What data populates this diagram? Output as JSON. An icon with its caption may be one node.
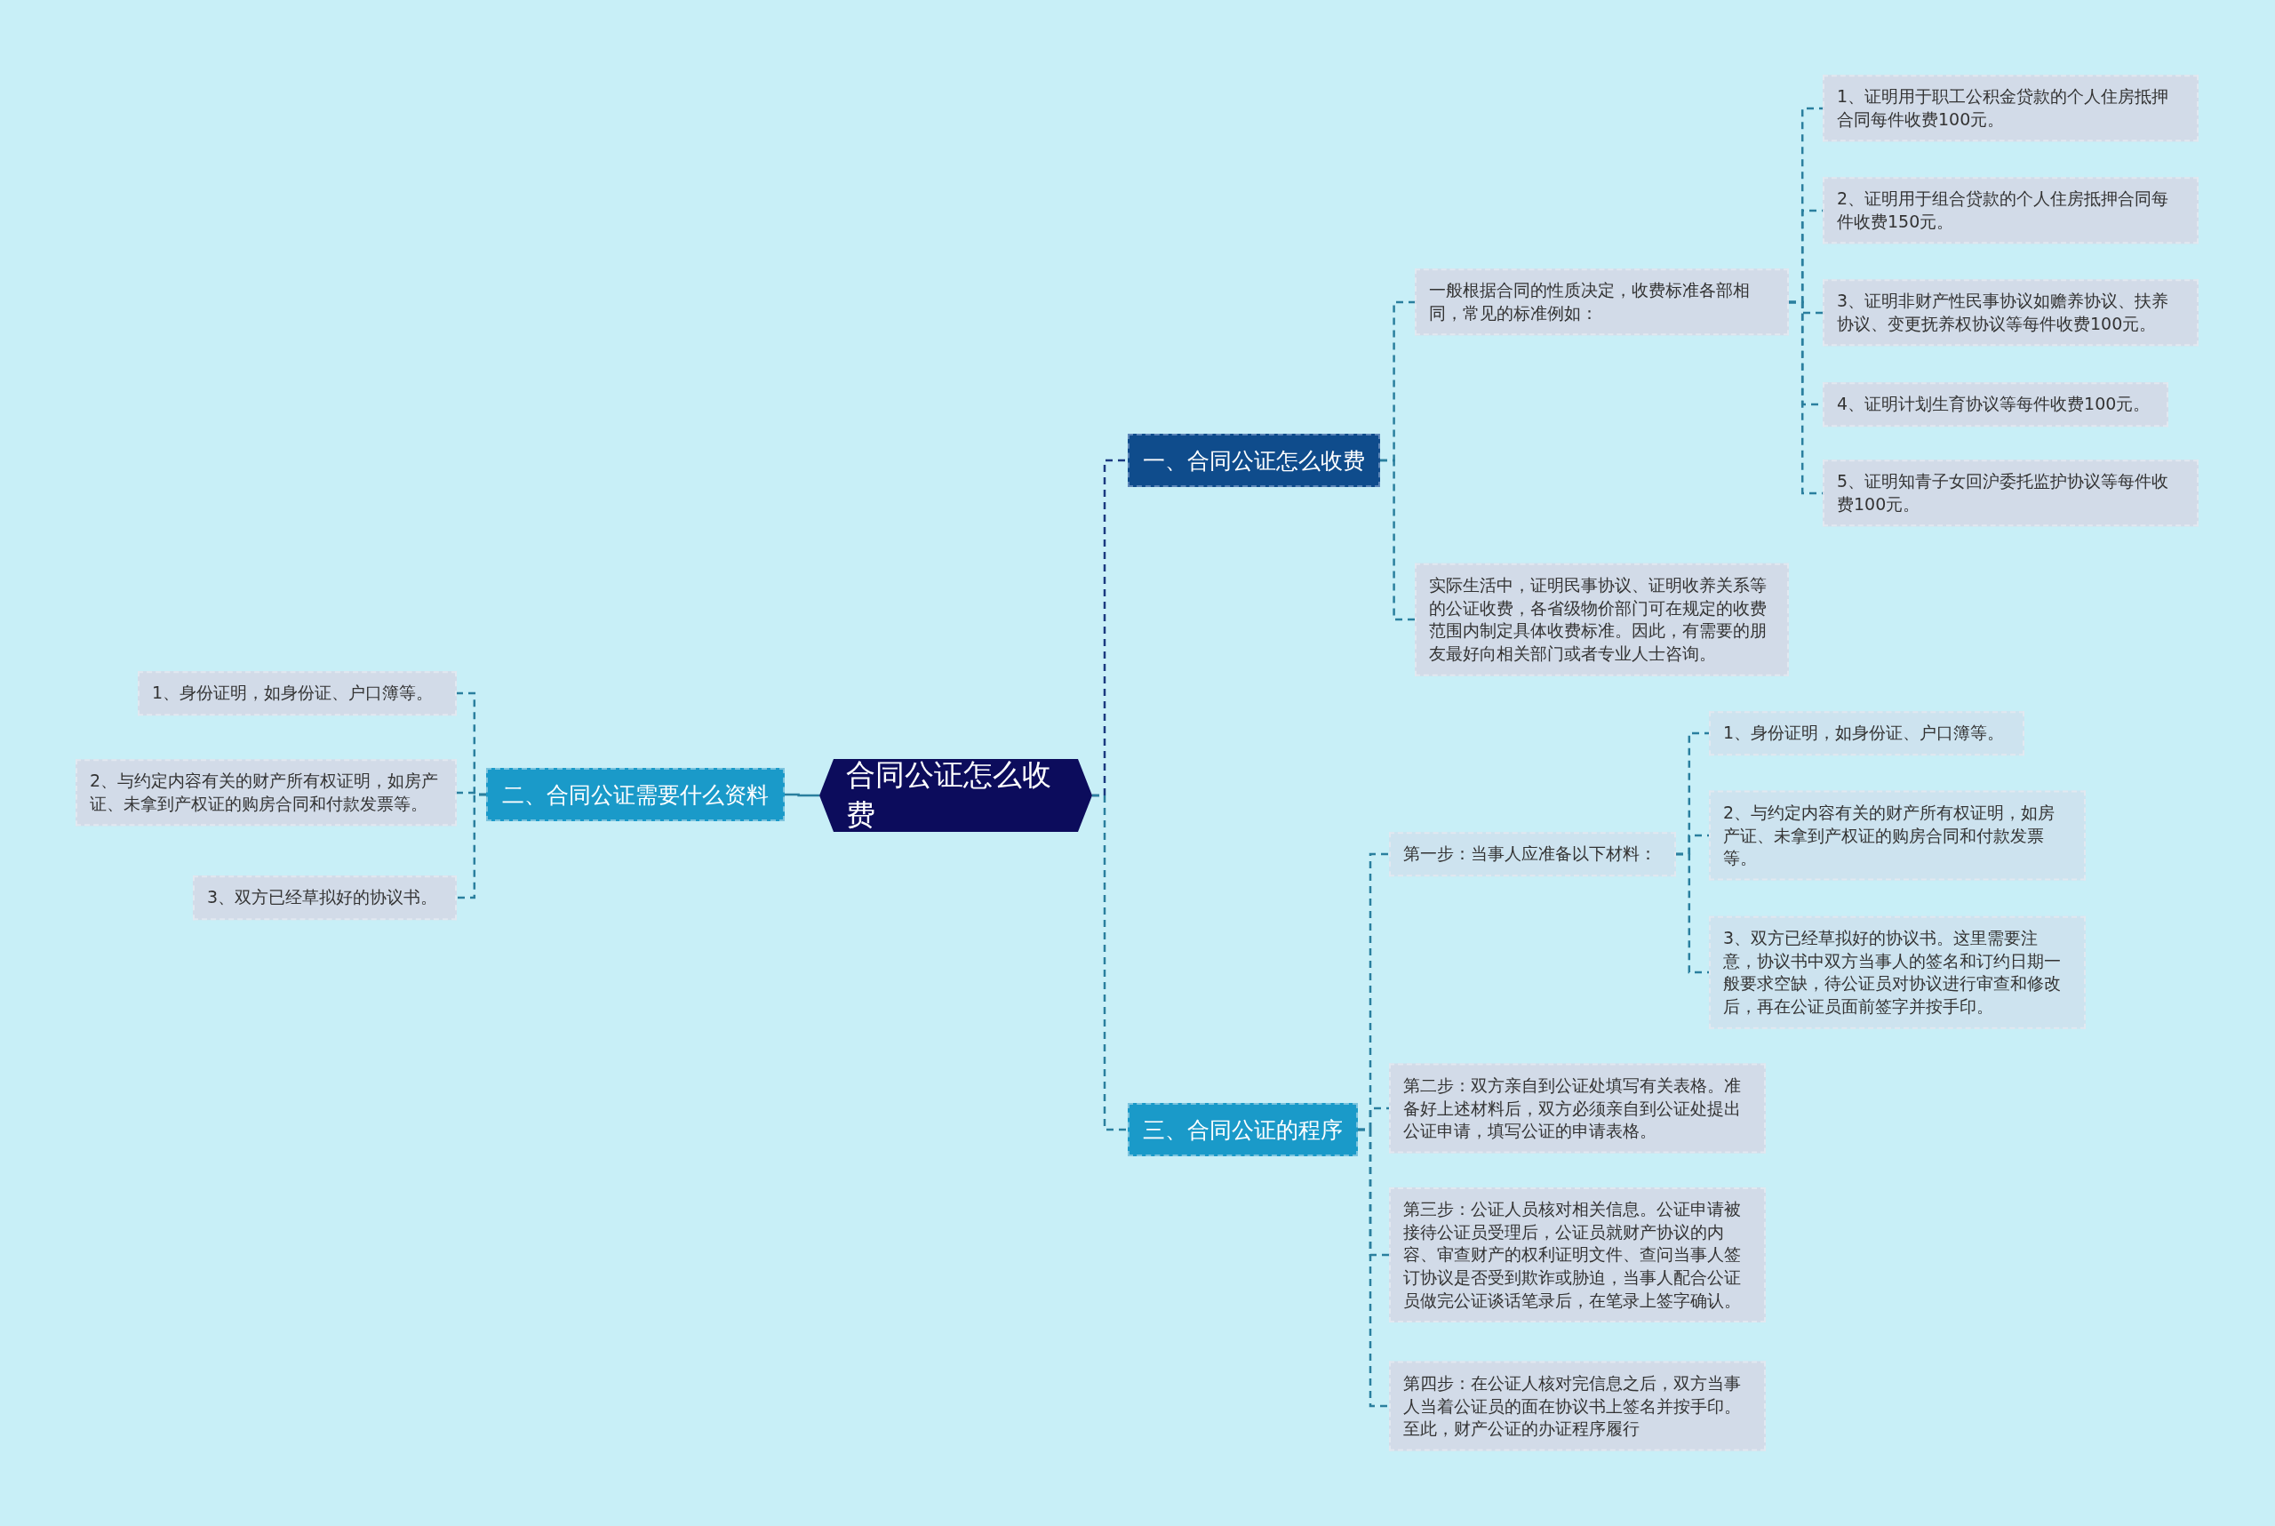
{
  "diagram": {
    "nodes": [
      {
        "text": [
          "合同公证怎么收费"
        ]
      },
      {
        "text": [
          "一、合同公证怎么收费"
        ]
      },
      {
        "text": [
          "一般根据合同的性质决定，收费标准各部相同，常见的标准例如："
        ]
      },
      {
        "text": [
          "1、证明用于职工公积金贷款的个人住房抵押合同每件收费100元。"
        ]
      },
      {
        "text": [
          "2、证明用于组合贷款的个人住房抵押合同每件收费150元。"
        ]
      },
      {
        "text": [
          "3、证明非财产性民事协议如赡养协议、扶养协议、变更抚养权协议等每件收费100元。"
        ]
      },
      {
        "text": [
          "4、证明计划生育协议等每件收费100元。"
        ]
      },
      {
        "text": [
          "5、证明知青子女回沪委托监护协议等每件收费100元。"
        ]
      },
      {
        "text": [
          "实际生活中，证明民事协议、证明收养关系等的公证收费，各省级物价部门可在规定的收费范围内制定具体收费标准。因此，有需要的朋友最好向相关部门或者专业人士咨询。"
        ]
      },
      {
        "text": [
          "二、合同公证需要什么资料"
        ]
      },
      {
        "text": [
          "1、身份证明，如身份证、户口簿等。"
        ]
      },
      {
        "text": [
          "2、与约定内容有关的财产所有权证明，如房产证、未拿到产权证的购房合同和付款发票等。"
        ]
      },
      {
        "text": [
          "3、双方已经草拟好的协议书。"
        ]
      },
      {
        "text": [
          "三、合同公证的程序"
        ]
      },
      {
        "text": [
          "第一步：当事人应准备以下材料："
        ]
      },
      {
        "text": [
          "1、身份证明，如身份证、户口簿等。"
        ]
      },
      {
        "text": [
          "2、与约定内容有关的财产所有权证明，如房产证、未拿到产权证的购房合同和付款发票等。"
        ]
      },
      {
        "text": [
          "3、双方已经草拟好的协议书。这里需要注意，协议书中双方当事人的签名和订约日期一般要求空缺，待公证员对协议进行审查和修改后，再在公证员面前签字并按手印。"
        ]
      },
      {
        "text": [
          "第二步：双方亲自到公证处填写有关表格。准备好上述材料后，双方必须亲自到公证处提出公证申请，填写公证的申请表格。"
        ]
      },
      {
        "text": [
          "第三步：公证人员核对相关信息。公证申请被接待公证员受理后，公证员就财产协议的内容、审查财产的权利证明文件、查问当事人签订协议是否受到欺诈或胁迫，当事人配合公证员做完公证谈话笔录后，在笔录上签字确认。"
        ]
      },
      {
        "text": [
          "第四步：在公证人核对完信息之后，双方当事人当着公证员的面在协议书上签名并按手印。至此，财产公证的办证程序履行"
        ]
      }
    ],
    "edges": [
      {
        "from": 0,
        "to": 1,
        "arrow": "none",
        "style": "dashed",
        "color": "#1b3a80"
      },
      {
        "from": 1,
        "to": 2,
        "arrow": "none",
        "style": "dashed"
      },
      {
        "from": 2,
        "to": 3,
        "arrow": "none",
        "style": "dashed"
      },
      {
        "from": 2,
        "to": 4,
        "arrow": "none",
        "style": "dashed"
      },
      {
        "from": 2,
        "to": 5,
        "arrow": "none",
        "style": "dashed"
      },
      {
        "from": 2,
        "to": 6,
        "arrow": "none",
        "style": "dashed"
      },
      {
        "from": 2,
        "to": 7,
        "arrow": "none",
        "style": "dashed"
      },
      {
        "from": 1,
        "to": 8,
        "arrow": "none",
        "style": "dashed"
      },
      {
        "from": 0,
        "to": 9,
        "arrow": "none"
      },
      {
        "from": 9,
        "to": 10,
        "arrow": "none",
        "style": "dashed"
      },
      {
        "from": 9,
        "to": 11,
        "arrow": "none",
        "style": "dashed"
      },
      {
        "from": 9,
        "to": 12,
        "arrow": "none",
        "style": "dashed"
      },
      {
        "from": 0,
        "to": 13,
        "arrow": "none",
        "style": "dashed"
      },
      {
        "from": 13,
        "to": 14,
        "arrow": "none",
        "style": "dashed"
      },
      {
        "from": 14,
        "to": 15,
        "arrow": "none",
        "style": "dashed"
      },
      {
        "from": 14,
        "to": 16,
        "arrow": "none",
        "style": "dashed"
      },
      {
        "from": 14,
        "to": 17,
        "arrow": "none",
        "style": "dashed"
      },
      {
        "from": 13,
        "to": 18,
        "arrow": "none",
        "style": "dashed"
      },
      {
        "from": 13,
        "to": 19,
        "arrow": "none",
        "style": "dashed"
      },
      {
        "from": 13,
        "to": 20,
        "arrow": "none",
        "style": "dashed"
      }
    ]
  }
}
